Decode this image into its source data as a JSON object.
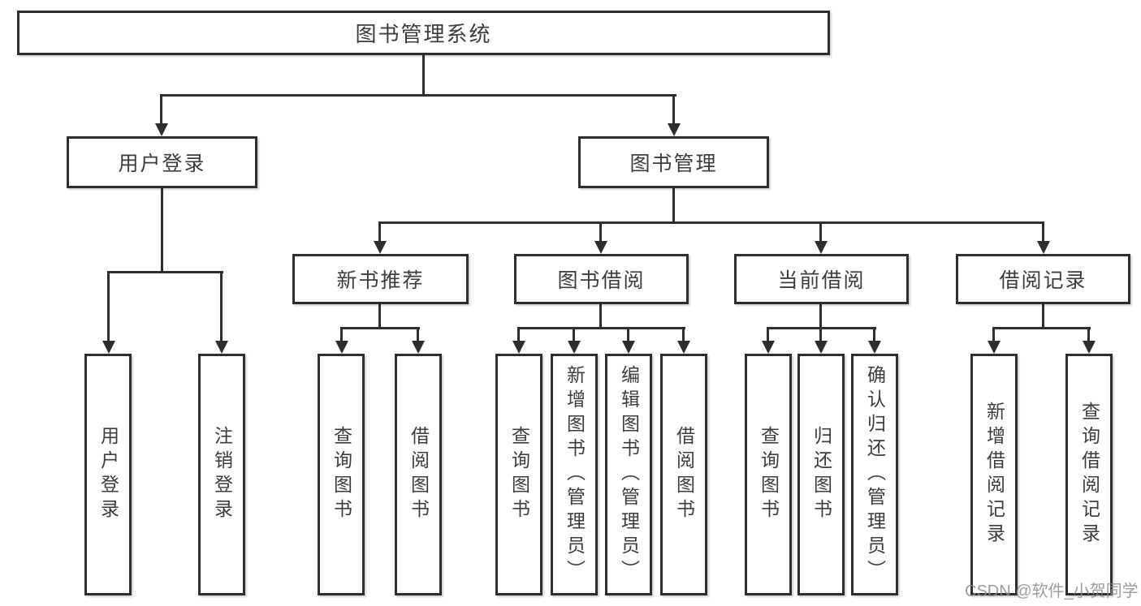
{
  "tree": {
    "root": {
      "label": "图书管理系统"
    },
    "children": [
      {
        "label": "用户登录",
        "children": [
          {
            "label": "用户登录"
          },
          {
            "label": "注销登录"
          }
        ]
      },
      {
        "label": "图书管理",
        "children": [
          {
            "label": "新书推荐",
            "children": [
              {
                "label": "查询图书"
              },
              {
                "label": "借阅图书"
              }
            ]
          },
          {
            "label": "图书借阅",
            "children": [
              {
                "label": "查询图书"
              },
              {
                "label": "新增图书（管理员）"
              },
              {
                "label": "编辑图书（管理员）"
              },
              {
                "label": "借阅图书"
              }
            ]
          },
          {
            "label": "当前借阅",
            "children": [
              {
                "label": "查询图书"
              },
              {
                "label": "归还图书"
              },
              {
                "label": "确认归还（管理员）"
              }
            ]
          },
          {
            "label": "借阅记录",
            "children": [
              {
                "label": "新增借阅记录"
              },
              {
                "label": "查询借阅记录"
              }
            ]
          }
        ]
      }
    ]
  },
  "watermark": "CSDN @软件_小贺同学",
  "colors": {
    "line": "#2e2e2e",
    "box_border": "#2e2e2e",
    "text": "#3d3d3d",
    "watermark": "#8c8c8c",
    "background": "#ffffff"
  }
}
